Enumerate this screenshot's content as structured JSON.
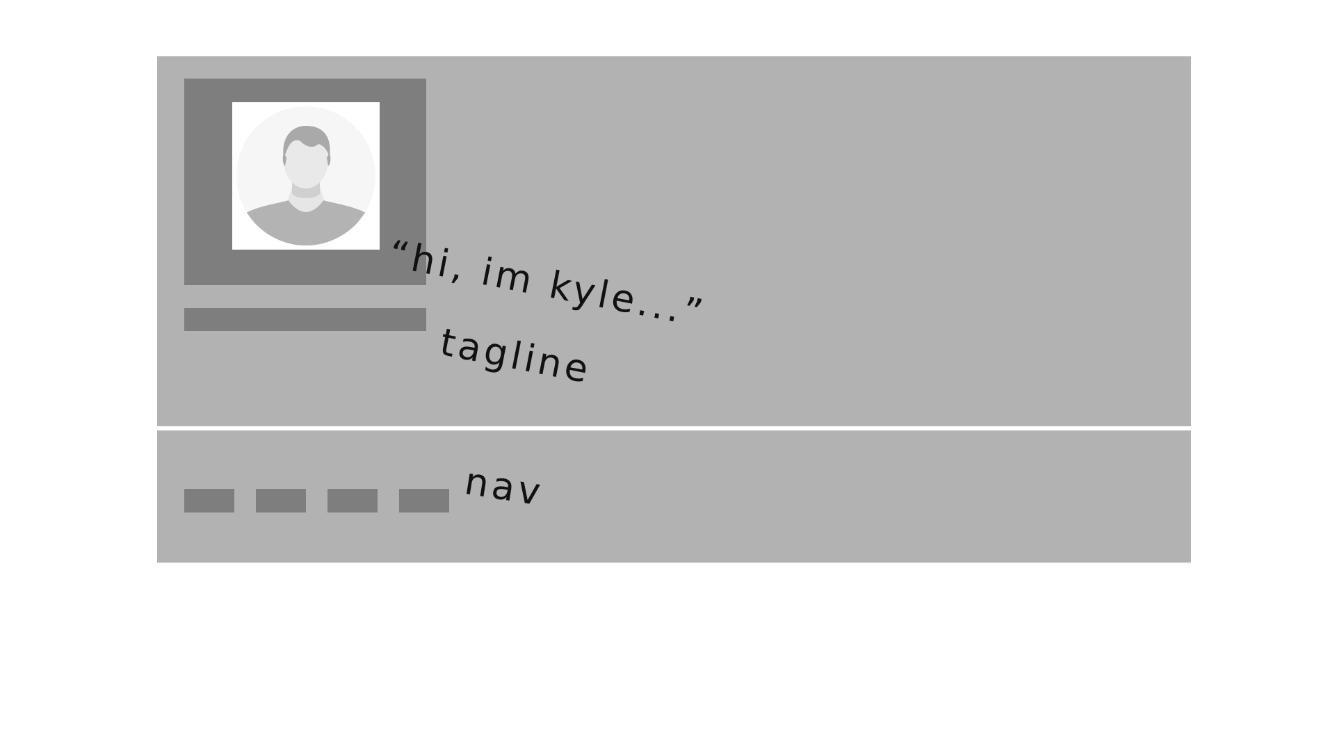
{
  "annotations": {
    "greeting": "“hi, im kyle...”",
    "tagline": "tagline",
    "nav": "nav"
  },
  "header": {
    "avatar_icon": "person-avatar-icon"
  },
  "nav": {
    "item_count": 4
  },
  "colors": {
    "panel": "#b2b2b2",
    "placeholder": "#7e7e7e",
    "background": "#ffffff",
    "annotation_text": "#111111"
  }
}
